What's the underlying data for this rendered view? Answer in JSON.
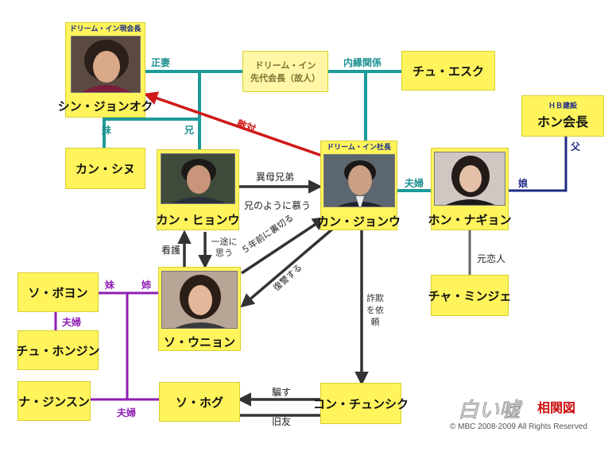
{
  "colors": {
    "box": "#fff45c",
    "teal": "#1d9a9a",
    "purple": "#8e1fb2",
    "navy": "#1f2a86",
    "red": "#d01a1a",
    "black": "#333333"
  },
  "people": {
    "shin": {
      "name": "シン・ジョンオク",
      "caption": "ドリーム・イン現会長"
    },
    "founder": {
      "line1": "ドリーム・イン",
      "line2": "先代会長（故人）"
    },
    "chu_esk": {
      "name": "チュ・エスク"
    },
    "hb": {
      "caption": "ＨＢ建設",
      "name": "ホン会長"
    },
    "kan_sinu": {
      "name": "カン・シヌ"
    },
    "hyonu": {
      "name": "カン・ヒョンウ"
    },
    "jonu": {
      "name": "カン・ジョンウ",
      "caption": "ドリーム・イン社長"
    },
    "nagyon": {
      "name": "ホン・ナギョン"
    },
    "minje": {
      "name": "チャ・ミンジェ"
    },
    "boyon": {
      "name": "ソ・ボヨン"
    },
    "honjin": {
      "name": "チュ・ホンジン"
    },
    "unyon": {
      "name": "ソ・ウニョン"
    },
    "jinsun": {
      "name": "ナ・ジンスン"
    },
    "hogu": {
      "name": "ソ・ホグ"
    },
    "chunsik": {
      "name": "コン・チュンシク"
    }
  },
  "relations": {
    "wife": "正妻",
    "inner": "内縁関係",
    "sister_younger": "妹",
    "brother": "兄",
    "enemy": "敵対",
    "half_brother": "異母兄弟",
    "admire": "兄のように慕う",
    "couple": "夫婦",
    "daughter": "娘",
    "father": "父",
    "ex_lover": "元恋人",
    "nursing": "看護",
    "devoted": "一途に思う",
    "betray": "５年前に裏切る",
    "revenge": "復讐する",
    "fraud": "詐欺を依頼",
    "purple_younger": "妹",
    "purple_elder": "姉",
    "purple_couple1": "夫婦",
    "purple_couple2": "夫婦",
    "deceive": "騙す",
    "old_friend": "旧友"
  },
  "branding": {
    "logo": "白い嘘",
    "title": "相関図",
    "copyright": "© MBC 2008-2009 All Rights Reserved"
  }
}
